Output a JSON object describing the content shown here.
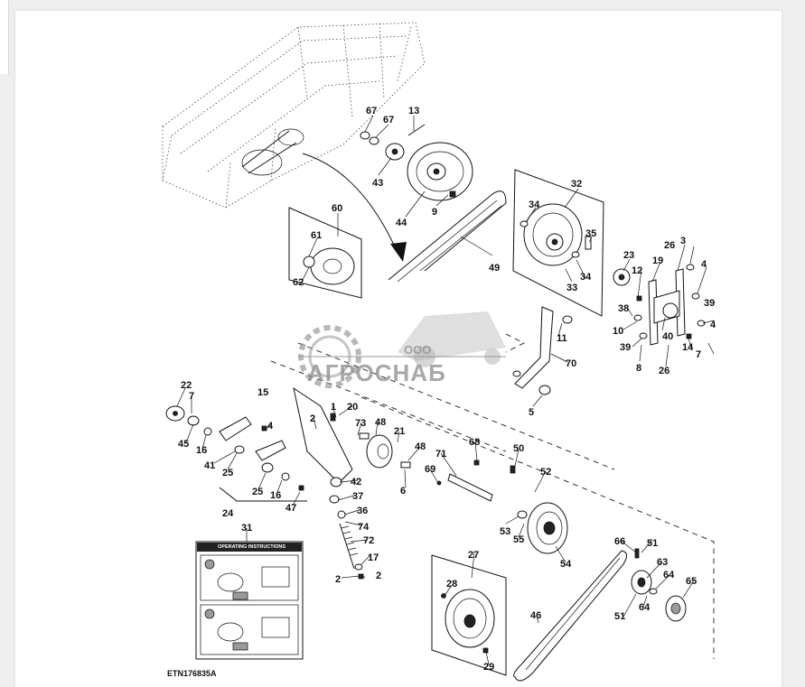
{
  "diagram": {
    "figure_id": "ETN176835A",
    "callouts": [
      "67",
      "67",
      "13",
      "43",
      "44",
      "9",
      "49",
      "60",
      "61",
      "62",
      "32",
      "34",
      "35",
      "34",
      "33",
      "23",
      "26",
      "3",
      "19",
      "12",
      "4",
      "38",
      "39",
      "10",
      "40",
      "4",
      "39",
      "8",
      "14",
      "7",
      "26",
      "11",
      "70",
      "5",
      "15",
      "22",
      "7",
      "45",
      "16",
      "41",
      "25",
      "4",
      "24",
      "25",
      "16",
      "47",
      "1",
      "20",
      "2",
      "73",
      "48",
      "21",
      "48",
      "6",
      "71",
      "68",
      "69",
      "42",
      "37",
      "36",
      "74",
      "72",
      "17",
      "2",
      "2",
      "50",
      "52",
      "53",
      "55",
      "54",
      "27",
      "28",
      "29",
      "46",
      "66",
      "51",
      "63",
      "64",
      "65",
      "51",
      "64",
      "31"
    ]
  },
  "decal": {
    "title": "OPERATING INSTRUCTIONS"
  },
  "watermark": {
    "company": "АГРОСНАБ",
    "prefix": "ООО"
  }
}
